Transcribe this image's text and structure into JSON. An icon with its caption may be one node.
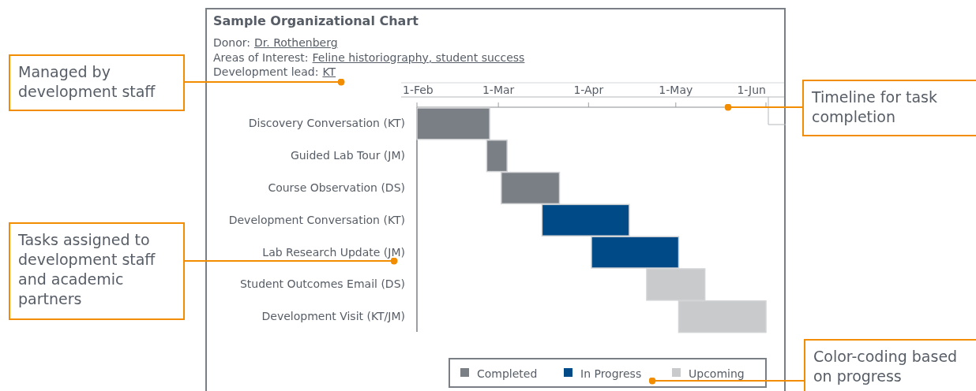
{
  "diagram": {
    "nodes": [
      {
        "text": [
          "Sample Organizational Chart",
          "Donor:",
          "Dr. Rothenberg",
          "Areas of Interest:",
          "Feline historiography, student success",
          "Development lead:",
          "KT"
        ]
      },
      {
        "text": [
          "Managed by development staff"
        ]
      },
      {
        "text": [
          "Timeline for task completion"
        ]
      },
      {
        "text": [
          "Tasks assigned to development staff and academic partners"
        ]
      },
      {
        "text": [
          "Color-coding based on progress"
        ]
      }
    ],
    "edges": [
      {
        "from": 1,
        "to": 0,
        "arrow": "other"
      },
      {
        "from": 2,
        "to": 0,
        "arrow": "other"
      },
      {
        "from": 3,
        "to": 0,
        "arrow": "other"
      },
      {
        "from": 4,
        "to": 0,
        "arrow": "other"
      }
    ],
    "labels": [
      "1-Feb",
      "1-Mar",
      "1-Apr",
      "1-May",
      "1-Jun",
      "Discovery Conversation (KT)",
      "Guided Lab Tour (JM)",
      "Course Observation (DS)",
      "Development Conversation (KT)",
      "Lab Research Update (JM)",
      "Student Outcomes Email (DS)",
      "Development Visit (KT/JM)"
    ],
    "legend": [
      {
        "text": "Completed",
        "color": "#7a7f86"
      },
      {
        "text": "In Progress",
        "color": "#004a87"
      },
      {
        "text": "Upcoming",
        "color": "#c9cacc"
      }
    ]
  }
}
